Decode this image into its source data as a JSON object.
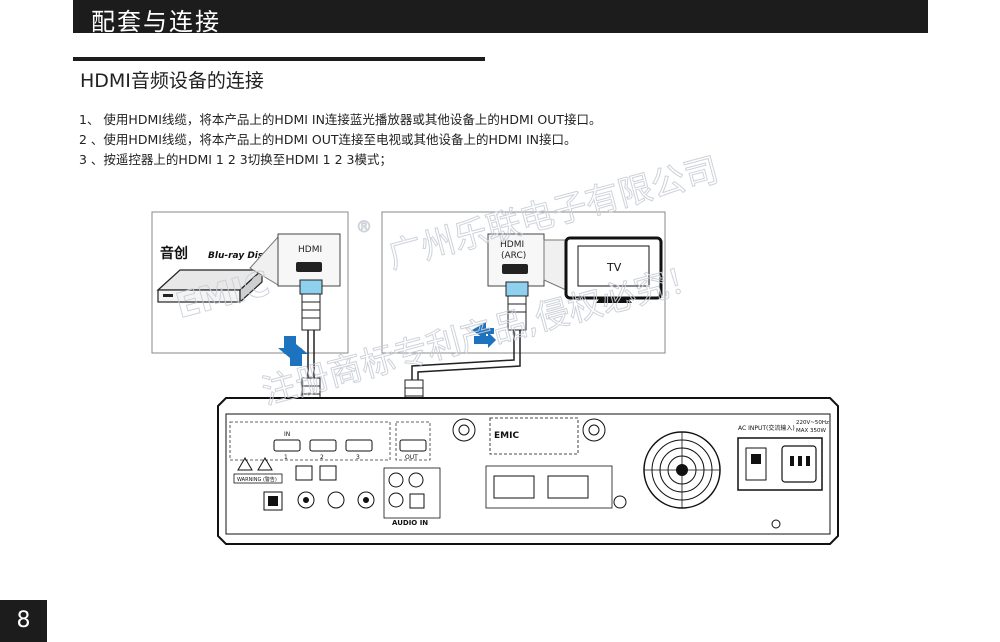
{
  "header": {
    "title": "配套与连接"
  },
  "section": {
    "title": "HDMI音频设备的连接"
  },
  "steps": [
    "1、 使用HDMI线缆，将本产品上的HDMI IN连接蓝光播放器或其他设备上的HDMI OUT接口。",
    "2 、使用HDMI线缆，将本产品上的HDMI OUT连接至电视或其他设备上的HDMI IN接口。",
    "3 、按遥控器上的HDMI 1 2 3切换至HDMI 1 2 3模式；"
  ],
  "diagram": {
    "player_brand": "音创",
    "bluray_logo": "Blu-ray Disc",
    "player_port_label": "HDMI",
    "tv_port_label_1": "HDMI",
    "tv_port_label_2": "(ARC)",
    "tv_label": "TV",
    "watermark_logo": "EMIC",
    "watermark_text_1": "广州乐联电子有限公司",
    "watermark_text_2": "注册商标专利产品,侵权必究！",
    "registered_mark": "®",
    "rear_hdmi_in_label": "IN",
    "rear_hdmi_out_label": "OUT",
    "rear_audio_in_label": "AUDIO IN",
    "rear_brand": "EMIC",
    "rear_ac_label": "AC INPUT(交流输入)",
    "rear_voltage": "220V~50Hz",
    "rear_max_power": "MAX 350W",
    "rear_warning_label": "WARNING (警告)",
    "rear_hdmi_numbers": [
      "1",
      "2",
      "3"
    ],
    "colors": {
      "accent_blue": "#1e73be",
      "header_bg": "#1c1c1c"
    }
  },
  "page": {
    "number": "8"
  }
}
